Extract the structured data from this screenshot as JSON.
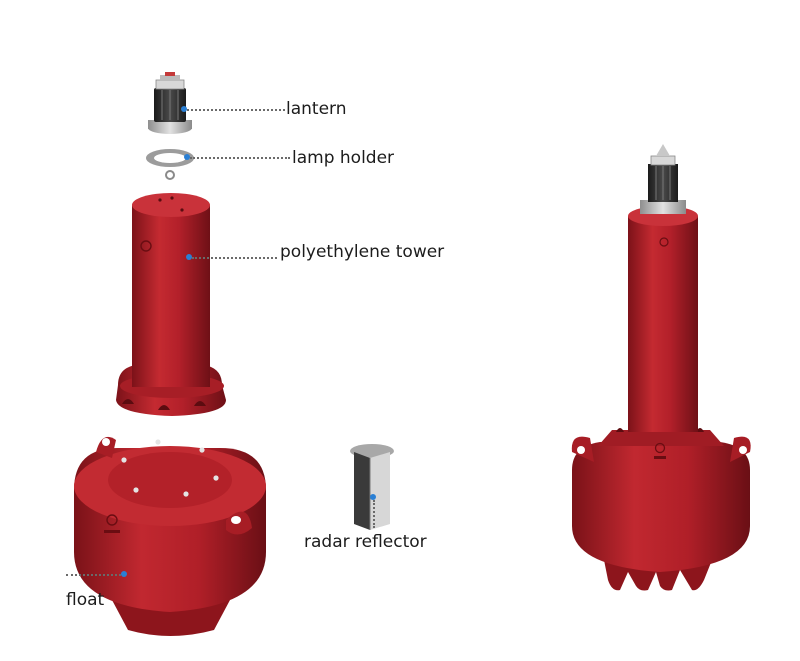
{
  "labels": {
    "lantern": "lantern",
    "lamp_holder": "lamp holder",
    "polyethylene_tower": "polyethylene tower",
    "radar_reflector": "radar reflector",
    "float": "float"
  },
  "colors": {
    "buoy_red": "#b3202a",
    "buoy_red_dark": "#7c1219",
    "buoy_red_light": "#d0343b",
    "metal_grey": "#b9b9b9",
    "lantern_black": "#2b2b2b",
    "marker_blue": "#2a7fd4"
  }
}
